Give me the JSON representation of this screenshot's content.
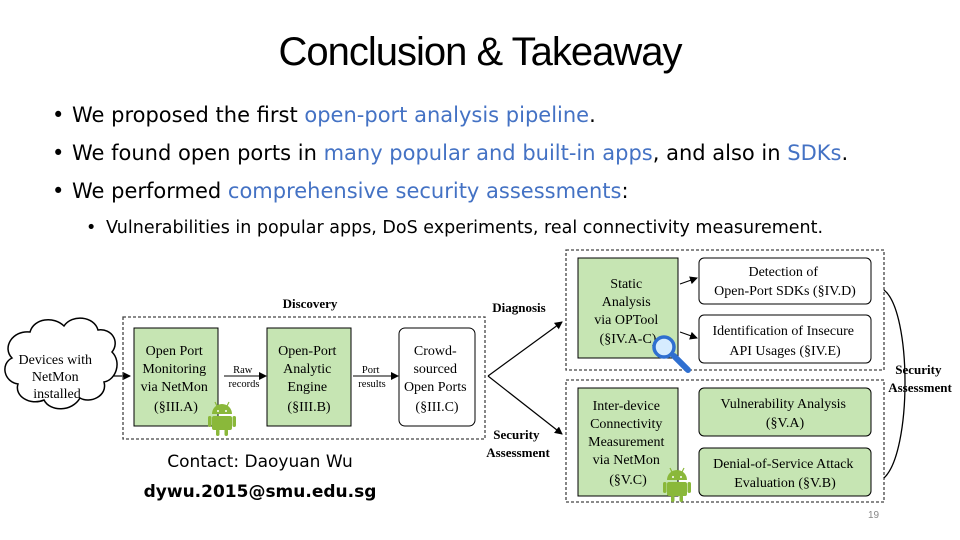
{
  "slide": {
    "title": "Conclusion & Takeaway",
    "bullets": [
      {
        "pre": "We proposed the first ",
        "hl": "open-port analysis pipeline",
        "post": "."
      },
      {
        "pre": "We found open ports in ",
        "hl": "many popular and built-in apps",
        "mid": ", and also in ",
        "hl2": "SDKs",
        "post": "."
      },
      {
        "pre": "We performed ",
        "hl": "comprehensive security assessments",
        "post": ":"
      }
    ],
    "sub_bullet": "Vulnerabilities in popular apps, DoS experiments, real connectivity measurement.",
    "contact_line1": "Contact: Daoyuan Wu",
    "contact_line2": "dywu.2015@smu.edu.sg",
    "page_number": "19",
    "accent_color": "#4472c4"
  },
  "diagram": {
    "cloud_lines": [
      "Devices with",
      "NetMon",
      "installed"
    ],
    "discovery_label": "Discovery",
    "diagnosis_label": "Diagnosis",
    "security_assessment_lower": [
      "Security",
      "Assessment"
    ],
    "security_assessment_right": [
      "Security",
      "Assessment"
    ],
    "box_monitoring": [
      "Open Port",
      "Monitoring",
      "via NetMon",
      "(§III.A)"
    ],
    "raw_records": [
      "Raw",
      "records"
    ],
    "box_engine": [
      "Open-Port",
      "Analytic",
      "Engine",
      "(§III.B)"
    ],
    "port_results": [
      "Port",
      "results"
    ],
    "box_crowd": [
      "Crowd-",
      "sourced",
      "Open Ports",
      "(§III.C)"
    ],
    "box_static": [
      "Static",
      "Analysis",
      "via OPTool",
      "(§IV.A-C)"
    ],
    "box_sdk": [
      "Detection of",
      "Open-Port SDKs (§IV.D)"
    ],
    "box_insecure": [
      "Identification of Insecure",
      "API Usages (§IV.E)"
    ],
    "box_interdevice": [
      "Inter-device",
      "Connectivity",
      "Measurement",
      "via NetMon",
      "(§V.C)"
    ],
    "box_vuln": [
      "Vulnerability Analysis",
      "(§V.A)"
    ],
    "box_dos": [
      "Denial-of-Service Attack",
      "Evaluation (§V.B)"
    ],
    "icons": [
      "android-icon",
      "magnifier-icon"
    ],
    "box_fill": "#c6e5b3"
  }
}
